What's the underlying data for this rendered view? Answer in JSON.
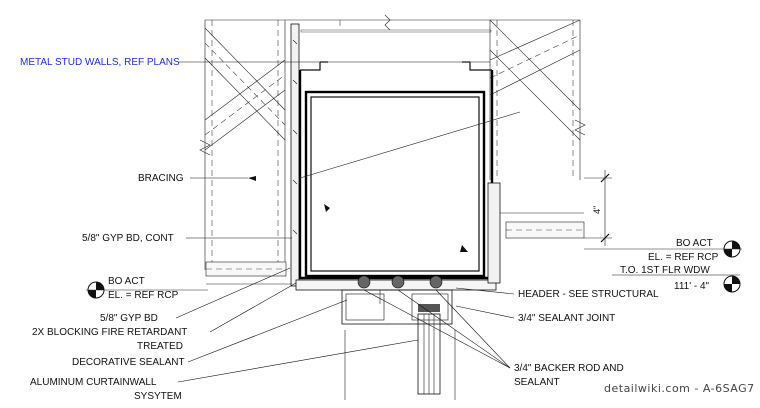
{
  "labels": {
    "metal_stud": "METAL STUD WALLS, REF PLANS",
    "bracing": "BRACING",
    "gyp_cont": "5/8\" GYP BD, CONT",
    "gyp": "5/8\" GYP BD",
    "blocking_1": "2X BLOCKING FIRE RETARDANT",
    "blocking_2": "TREATED",
    "deco_sealant": "DECORATIVE SEALANT",
    "curtainwall_1": "ALUMINUM CURTAINWALL",
    "curtainwall_2": "SYSYTEM",
    "header": "HEADER - SEE STRUCTURAL",
    "sealant_joint": "3/4\" SEALANT JOINT",
    "backer_1": "3/4\" BACKER ROD AND",
    "backer_2": "SEALANT"
  },
  "markers": {
    "left_bo": "BO ACT",
    "left_el": "EL. = REF RCP",
    "right_bo": "BO ACT",
    "right_el": "EL. = REF RCP",
    "right_to": "T.O. 1ST FLR WDW",
    "right_elev": "111' - 4\""
  },
  "dimension": "4\"",
  "watermark": "detailwiki.com - A-6SAG7"
}
